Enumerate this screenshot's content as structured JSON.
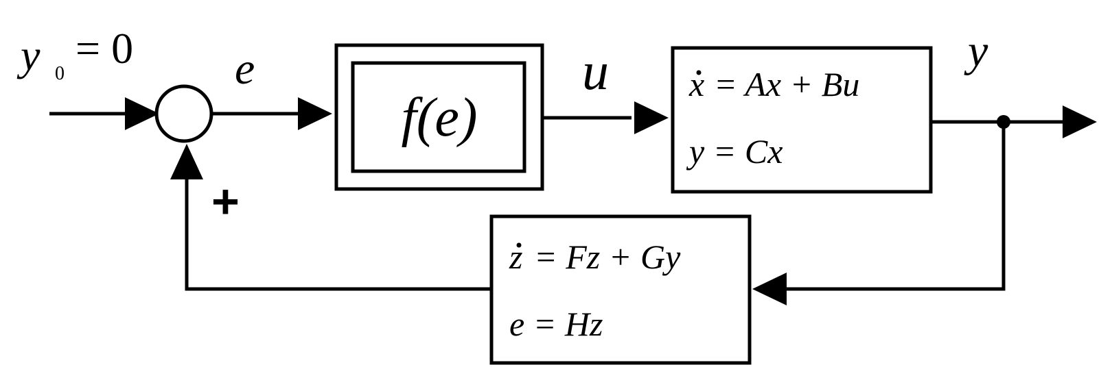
{
  "diagram": {
    "type": "block-diagram",
    "colors": {
      "stroke": "#000000",
      "background": "#ffffff"
    },
    "labels": {
      "reference_var": "y",
      "reference_sub": "0",
      "reference_eq": "= 0",
      "error_signal": "e",
      "control_signal": "u",
      "output_signal": "y",
      "feedback_sign": "+"
    },
    "nonlinearity": {
      "text": "f(e)"
    },
    "plant": {
      "eq1_lhs": "x",
      "eq1_rhs": "= Ax + Bu",
      "eq2": "y = Cx"
    },
    "compensator": {
      "eq1_lhs": "z",
      "eq1_rhs": "= Fz + Gy",
      "eq2": "e = Hz"
    }
  }
}
